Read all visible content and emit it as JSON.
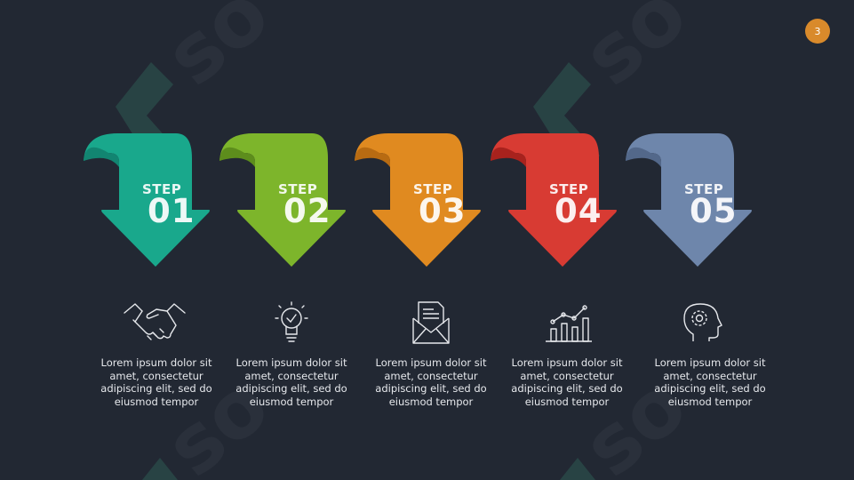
{
  "page_number": "3",
  "steps": [
    {
      "word": "STEP",
      "number": "01",
      "color": "#19a88c",
      "shade": "#128571",
      "icon": "handshake-icon",
      "text": "Lorem ipsum dolor sit\namet, consectetur\nadipiscing elit, sed do\neiusmod tempor"
    },
    {
      "word": "STEP",
      "number": "02",
      "color": "#7db52b",
      "shade": "#5d8d1c",
      "icon": "lightbulb-icon",
      "text": "Lorem ipsum dolor sit\namet, consectetur\nadipiscing elit, sed do\neiusmod tempor"
    },
    {
      "word": "STEP",
      "number": "03",
      "color": "#e08a20",
      "shade": "#b86b12",
      "icon": "mail-document-icon",
      "text": "Lorem ipsum dolor sit\namet, consectetur\nadipiscing elit, sed do\neiusmod tempor"
    },
    {
      "word": "STEP",
      "number": "04",
      "color": "#d83b33",
      "shade": "#a8221d",
      "icon": "bar-chart-icon",
      "text": "Lorem ipsum dolor sit\namet, consectetur\nadipiscing elit, sed do\neiusmod tempor"
    },
    {
      "word": "STEP",
      "number": "05",
      "color": "#6e86ab",
      "shade": "#53688a",
      "icon": "head-gear-icon",
      "text": "Lorem ipsum dolor sit\namet, consectetur\nadipiscing elit, sed do\neiusmod tempor"
    }
  ]
}
